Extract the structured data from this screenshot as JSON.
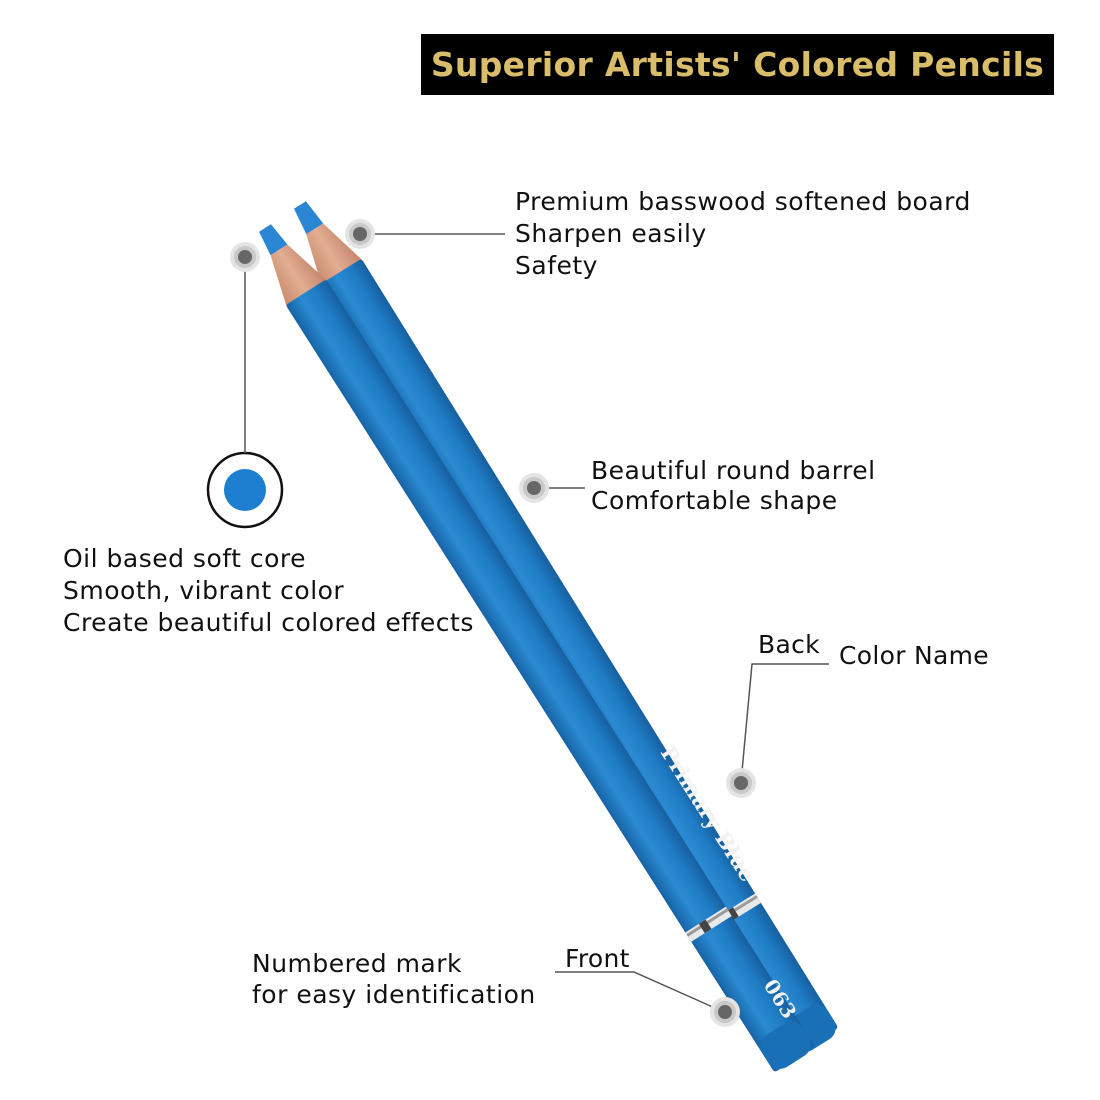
{
  "banner": {
    "title": "Superior Artists' Colored Pencils"
  },
  "callouts": {
    "wood": {
      "lines": [
        "Premium basswood softened board",
        "Sharpen easily",
        "Safety"
      ]
    },
    "core": {
      "lines": [
        "Oil based soft core",
        "Smooth, vibrant color",
        "Create beautiful colored effects"
      ]
    },
    "barrel": {
      "lines": [
        "Beautiful round barrel",
        "Comfortable shape"
      ]
    },
    "back": {
      "label": "Back",
      "description": "Color Name"
    },
    "front": {
      "label": "Front",
      "description_lines": [
        "Numbered mark",
        "for easy identification"
      ]
    }
  },
  "pencil": {
    "color_name": "Primary Blue",
    "number": "063",
    "barrel_color": "#1e7fc6",
    "barrel_shade": "#1567a8",
    "wood_color": "#d9a183",
    "core_color": "#2a86d4"
  },
  "colors": {
    "banner_bg": "#000000",
    "banner_text": "#d9bd6a",
    "marker_outer": "#e2e2e2",
    "marker_inner": "#6e6e6e",
    "leader_line": "#555555"
  }
}
